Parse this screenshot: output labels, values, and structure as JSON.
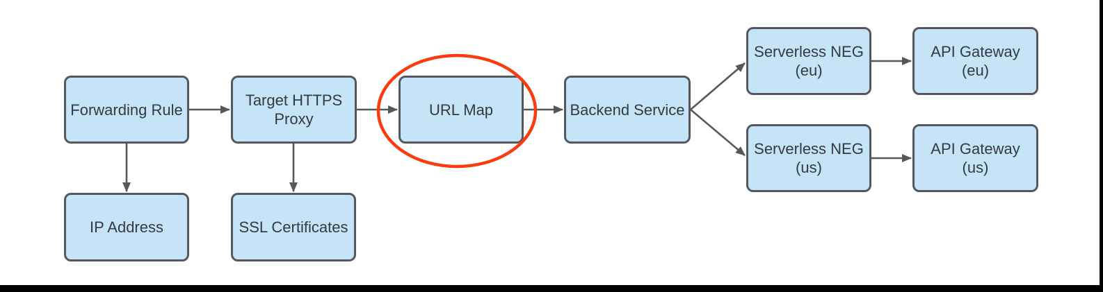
{
  "diagram": {
    "description": "HTTPS load balancer flow diagram with URL Map highlighted",
    "nodes": {
      "forwarding_rule": {
        "label": "Forwarding Rule",
        "lines": [
          "Forwarding Rule"
        ]
      },
      "target_https_proxy": {
        "label": "Target HTTPS Proxy",
        "lines": [
          "Target HTTPS",
          "Proxy"
        ]
      },
      "url_map": {
        "label": "URL Map",
        "lines": [
          "URL Map"
        ]
      },
      "backend_service": {
        "label": "Backend Service",
        "lines": [
          "Backend Service"
        ]
      },
      "serverless_neg_eu": {
        "label": "Serverless NEG (eu)",
        "lines": [
          "Serverless NEG",
          "(eu)"
        ]
      },
      "api_gateway_eu": {
        "label": "API Gateway (eu)",
        "lines": [
          "API Gateway",
          "(eu)"
        ]
      },
      "serverless_neg_us": {
        "label": "Serverless NEG (us)",
        "lines": [
          "Serverless NEG",
          "(us)"
        ]
      },
      "api_gateway_us": {
        "label": "API Gateway (us)",
        "lines": [
          "API Gateway",
          "(us)"
        ]
      },
      "ip_address": {
        "label": "IP Address",
        "lines": [
          "IP Address"
        ]
      },
      "ssl_certificates": {
        "label": "SSL Certificates",
        "lines": [
          "SSL Certificates"
        ]
      }
    },
    "edges": [
      {
        "from": "Forwarding Rule",
        "to": "Target HTTPS Proxy"
      },
      {
        "from": "Forwarding Rule",
        "to": "IP Address"
      },
      {
        "from": "Target HTTPS Proxy",
        "to": "URL Map"
      },
      {
        "from": "Target HTTPS Proxy",
        "to": "SSL Certificates"
      },
      {
        "from": "URL Map",
        "to": "Backend Service"
      },
      {
        "from": "Backend Service",
        "to": "Serverless NEG (eu)"
      },
      {
        "from": "Backend Service",
        "to": "Serverless NEG (us)"
      },
      {
        "from": "Serverless NEG (eu)",
        "to": "API Gateway (eu)"
      },
      {
        "from": "Serverless NEG (us)",
        "to": "API Gateway (us)"
      }
    ],
    "highlight": {
      "shape": "ellipse",
      "target": "URL Map",
      "color": "#FA3B0E"
    },
    "colors": {
      "node_fill": "#C5E4F7",
      "node_border": "#54585C",
      "arrow": "#54585C",
      "text": "#343A40",
      "highlight": "#FA3B0E",
      "frame": "#000000",
      "background": "#ffffff"
    }
  }
}
